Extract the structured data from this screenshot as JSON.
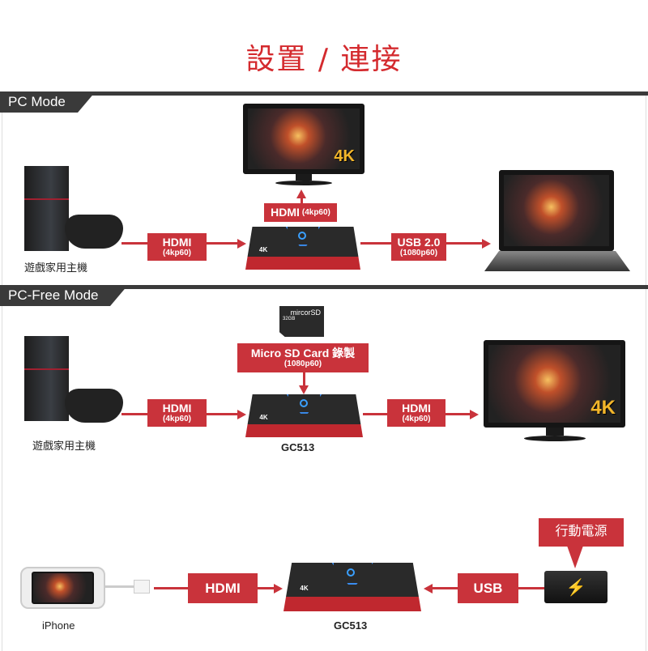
{
  "title": "設置 / 連接",
  "sections": {
    "pc_mode": {
      "tab": "PC Mode",
      "console_label": "遊戲家用主機",
      "hdmi_in": {
        "main": "HDMI",
        "sub": "(4kp60)"
      },
      "hdmi_out": {
        "main": "HDMI",
        "sub": "(4kp60)"
      },
      "usb": {
        "main": "USB 2.0",
        "sub": "(1080p60)"
      },
      "monitor_badge": "4K"
    },
    "pc_free_mode": {
      "tab": "PC-Free Mode",
      "console_label": "遊戲家用主機",
      "sd_card_text": "mircorSD",
      "sd_card_size": "32GB",
      "sd_record": {
        "main": "Micro SD Card 錄製",
        "sub": "(1080p60)"
      },
      "hdmi_in": {
        "main": "HDMI",
        "sub": "(4kp60)"
      },
      "hdmi_out": {
        "main": "HDMI",
        "sub": "(4kp60)"
      },
      "device_label": "GC513",
      "monitor_badge": "4K"
    },
    "mobile": {
      "power_bank_label": "行動電源",
      "hdmi": "HDMI",
      "usb": "USB",
      "phone_label": "iPhone",
      "device_label": "GC513"
    }
  },
  "device_badge": "4K"
}
